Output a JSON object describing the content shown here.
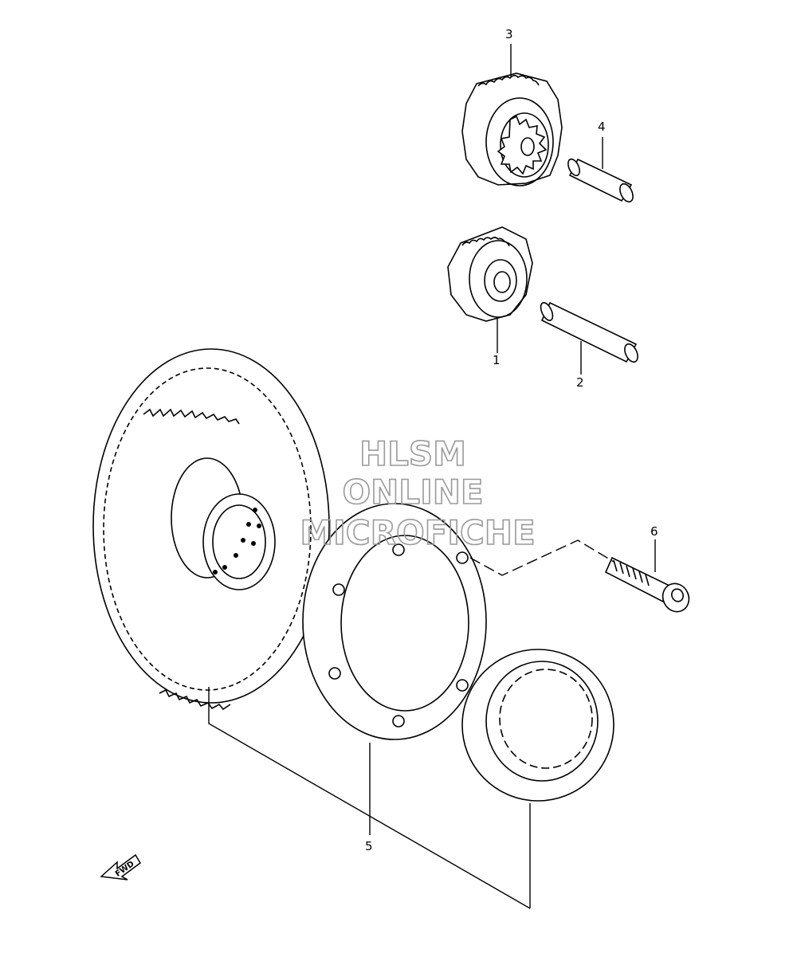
{
  "callouts": {
    "part1": "1",
    "part2": "2",
    "part3": "3",
    "part4": "4",
    "part5": "5",
    "part6": "6"
  },
  "watermark": {
    "line1": "HLSM",
    "line2": "ONLINE",
    "line3": "MICROFICHE",
    "color": "#9a9a9a"
  },
  "fwd_label": "FWD",
  "line_color": "#000000"
}
